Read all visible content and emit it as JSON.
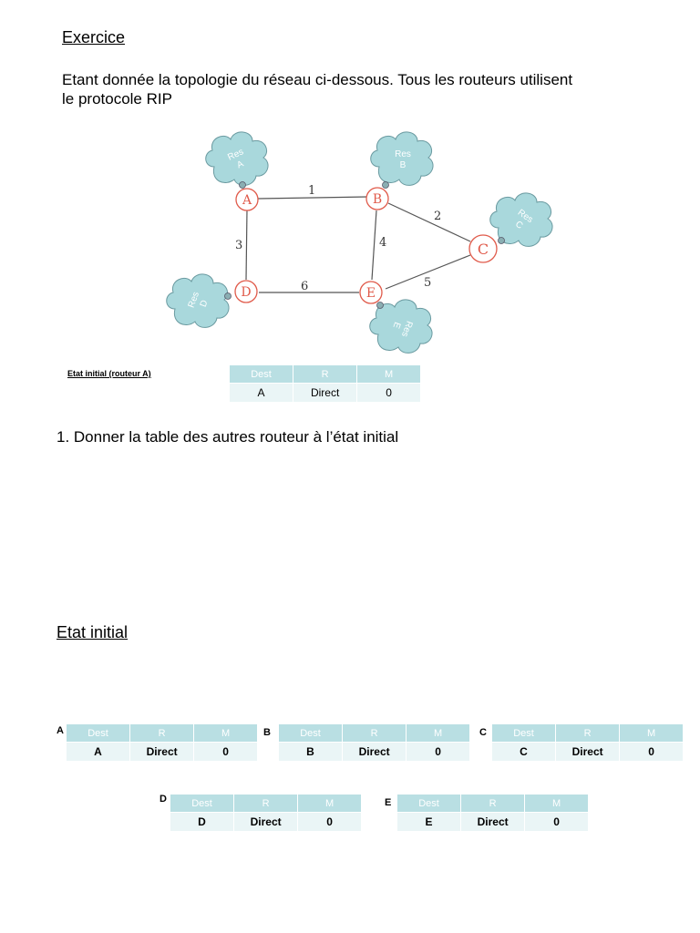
{
  "doc": {
    "title": "Exercice",
    "intro_line1": "Etant donnée la topologie du réseau ci-dessous. Tous les routeurs utilisent",
    "intro_line2": "le protocole RIP",
    "initial_caption": "Etat initial (routeur A)",
    "question1": "1. Donner la table des autres routeur à l’état initial",
    "section_title": "Etat initial"
  },
  "diagram": {
    "routers": [
      "A",
      "B",
      "C",
      "D",
      "E"
    ],
    "networks": [
      {
        "line1": "Res",
        "line2": "A"
      },
      {
        "line1": "Res",
        "line2": "B"
      },
      {
        "line1": "Res",
        "line2": "C"
      },
      {
        "line1": "Res",
        "line2": "D"
      },
      {
        "line1": "Res",
        "line2": "E"
      }
    ],
    "links": [
      {
        "from": "A",
        "to": "B",
        "cost": "1"
      },
      {
        "from": "B",
        "to": "C",
        "cost": "2"
      },
      {
        "from": "A",
        "to": "D",
        "cost": "3"
      },
      {
        "from": "B",
        "to": "E",
        "cost": "4"
      },
      {
        "from": "E",
        "to": "C",
        "cost": "5"
      },
      {
        "from": "D",
        "to": "E",
        "cost": "6"
      }
    ],
    "colors": {
      "router": "#e05a4a",
      "cloud": "#a9d8dc",
      "cloud_stroke": "#6a9aa0",
      "link": "#555555"
    }
  },
  "headers": {
    "dest": "Dest",
    "r": "R",
    "m": "M"
  },
  "initial_table": {
    "dest": "A",
    "r": "Direct",
    "m": "0"
  },
  "tables": {
    "A": {
      "label": "A",
      "dest": "A",
      "r": "Direct",
      "m": "0"
    },
    "B": {
      "label": "B",
      "dest": "B",
      "r": "Direct",
      "m": "0"
    },
    "C": {
      "label": "C",
      "dest": "C",
      "r": "Direct",
      "m": "0"
    },
    "D": {
      "label": "D",
      "dest": "D",
      "r": "Direct",
      "m": "0"
    },
    "E": {
      "label": "E",
      "dest": "E",
      "r": "Direct",
      "m": "0"
    }
  }
}
